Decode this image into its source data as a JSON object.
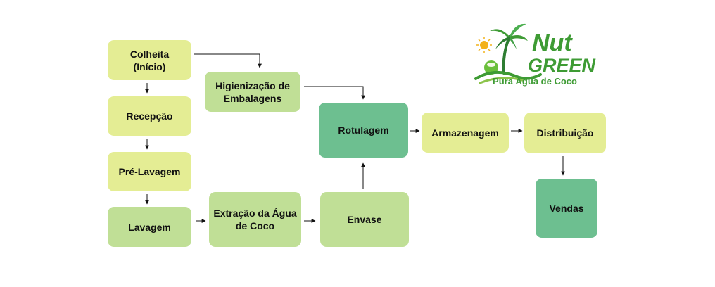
{
  "diagram": {
    "nodes": {
      "colheita": "Colheita (Início)",
      "recepcao": "Recepção",
      "pre_lavagem": "Pré-Lavagem",
      "lavagem": "Lavagem",
      "higienizacao": "Higienização de Embalagens",
      "extracao": "Extração da Água de Coco",
      "envase": "Envase",
      "rotulagem": "Rotulagem",
      "armazenagem": "Armazenagem",
      "distribuicao": "Distribuição",
      "vendas": "Vendas"
    },
    "edges": [
      [
        "colheita",
        "recepcao"
      ],
      [
        "recepcao",
        "pre_lavagem"
      ],
      [
        "pre_lavagem",
        "lavagem"
      ],
      [
        "lavagem",
        "extracao"
      ],
      [
        "extracao",
        "envase"
      ],
      [
        "envase",
        "rotulagem"
      ],
      [
        "colheita",
        "higienizacao"
      ],
      [
        "higienizacao",
        "rotulagem"
      ],
      [
        "rotulagem",
        "armazenagem"
      ],
      [
        "armazenagem",
        "distribuicao"
      ],
      [
        "distribuicao",
        "vendas"
      ]
    ]
  },
  "logo": {
    "brand_line1": "Nut",
    "brand_line2": "GREEN",
    "tagline": "Pura Água de Coco",
    "icon": "palm-tree-coconut-icon"
  },
  "colors": {
    "yellow_box": "#e4ed94",
    "light_green_box": "#c0df96",
    "green_box": "#6dbf90",
    "brand_green": "#3e9b34"
  }
}
